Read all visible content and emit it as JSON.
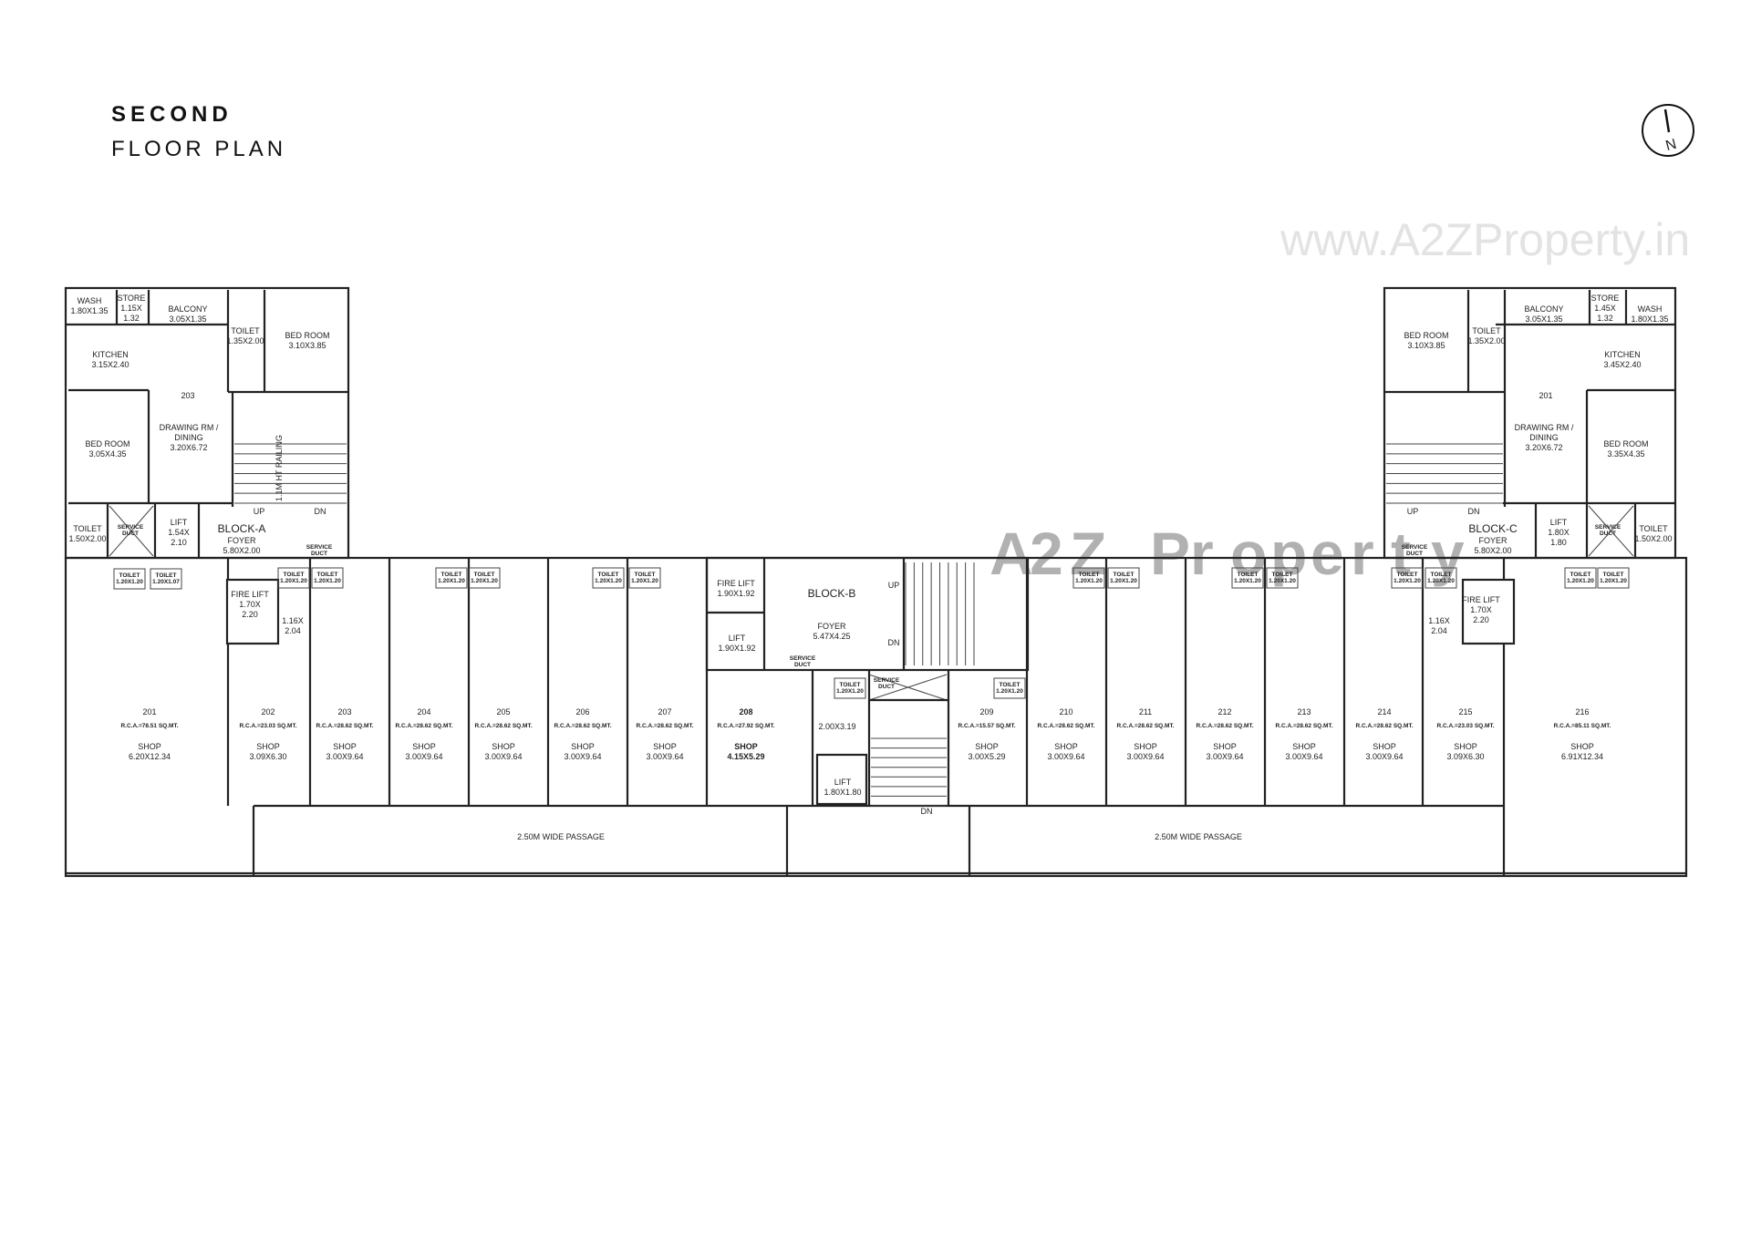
{
  "title": {
    "line1": "SECOND",
    "line2": "FLOOR PLAN"
  },
  "north_label": "N",
  "watermark": "www.A2ZProperty.in",
  "logo": {
    "text": "A2Z Property",
    "colors": [
      "#e8473f",
      "#f2a33a",
      "#3f7fd6",
      "#5bb85c"
    ]
  },
  "left_block": {
    "labels": [
      [
        "WASH",
        "1.80X1.35"
      ],
      [
        "STORE",
        "1.15X",
        "1.32"
      ],
      [
        "BALCONY",
        "3.05X1.35"
      ],
      [
        "TOILET",
        "1.35X2.00"
      ],
      [
        "BED ROOM",
        "3.10X3.85"
      ],
      [
        "KITCHEN",
        "3.15X2.40"
      ],
      [
        "203"
      ],
      [
        "DRAWING RM /",
        "DINING",
        "3.20X6.72"
      ],
      [
        "BED ROOM",
        "3.05X4.35"
      ],
      [
        "UP"
      ],
      [
        "DN"
      ],
      [
        "TOILET",
        "1.50X2.00"
      ],
      [
        "SERVICE",
        "DUCT"
      ],
      [
        "LIFT",
        "1.54X",
        "2.10"
      ],
      [
        "FOYER",
        "5.80X2.00"
      ],
      [
        "SERVICE",
        "DUCT"
      ],
      [
        "FIRE LIFT",
        "1.70X",
        "2.20"
      ],
      [
        "1.16X",
        "2.04"
      ]
    ],
    "block_name": "BLOCK-A",
    "railing": "1.1M HT RAILING"
  },
  "right_block": {
    "labels": [
      [
        "BED ROOM",
        "3.10X3.85"
      ],
      [
        "TOILET",
        "1.35X2.00"
      ],
      [
        "BALCONY",
        "3.05X1.35"
      ],
      [
        "STORE",
        "1.45X",
        "1.32"
      ],
      [
        "WASH",
        "1.80X1.35"
      ],
      [
        "KITCHEN",
        "3.45X2.40"
      ],
      [
        "201"
      ],
      [
        "DRAWING RM /",
        "DINING",
        "3.20X6.72"
      ],
      [
        "BED ROOM",
        "3.35X4.35"
      ],
      [
        "UP"
      ],
      [
        "DN"
      ],
      [
        "FOYER",
        "5.80X2.00"
      ],
      [
        "LIFT",
        "1.80X",
        "1.80"
      ],
      [
        "SERVICE",
        "DUCT"
      ],
      [
        "TOILET",
        "1.50X2.00"
      ],
      [
        "SERVICE",
        "DUCT"
      ],
      [
        "FIRE LIFT",
        "1.70X",
        "2.20"
      ],
      [
        "1.16X",
        "2.04"
      ]
    ],
    "block_name": "BLOCK-C"
  },
  "center_block": {
    "block_name": "BLOCK-B",
    "labels": [
      [
        "FIRE LIFT",
        "1.90X1.92"
      ],
      [
        "LIFT",
        "1.90X1.92"
      ],
      [
        "FOYER",
        "5.47X4.25"
      ],
      [
        "UP"
      ],
      [
        "DN"
      ],
      [
        "SERVICE",
        "DUCT"
      ],
      [
        "SERVICE",
        "DUCT"
      ],
      [
        "2.00X3.19"
      ],
      [
        "LIFT",
        "1.80X1.80"
      ],
      [
        "DN"
      ]
    ]
  },
  "shop_toilets": [
    "1.20X1.20",
    "1.20X1.07",
    "1.20X1.20",
    "1.20X1.20",
    "1.20X1.20",
    "1.20X1.20",
    "1.20X1.20",
    "1.20X1.20",
    "1.20X1.20",
    "1.20X1.20",
    "1.20X1.20",
    "1.20X1.20",
    "1.20X1.20",
    "1.20X1.20",
    "1.20X1.20",
    "1.20X1.20",
    "1.20X1.20",
    "1.20X1.20"
  ],
  "toilet_label": "TOILET",
  "shops": [
    {
      "no": "201",
      "rca": "R.C.A.=78.51 SQ.MT.",
      "type": "SHOP",
      "dims": "6.20X12.34"
    },
    {
      "no": "202",
      "rca": "R.C.A.=23.03 SQ.MT.",
      "type": "SHOP",
      "dims": "3.09X6.30"
    },
    {
      "no": "203",
      "rca": "R.C.A.=28.62 SQ.MT.",
      "type": "SHOP",
      "dims": "3.00X9.64"
    },
    {
      "no": "204",
      "rca": "R.C.A.=28.62 SQ.MT.",
      "type": "SHOP",
      "dims": "3.00X9.64"
    },
    {
      "no": "205",
      "rca": "R.C.A.=28.62 SQ.MT.",
      "type": "SHOP",
      "dims": "3.00X9.64"
    },
    {
      "no": "206",
      "rca": "R.C.A.=28.62 SQ.MT.",
      "type": "SHOP",
      "dims": "3.00X9.64"
    },
    {
      "no": "207",
      "rca": "R.C.A.=28.62 SQ.MT.",
      "type": "SHOP",
      "dims": "3.00X9.64"
    },
    {
      "no": "208",
      "rca": "R.C.A.=27.92 SQ.MT.",
      "type": "SHOP",
      "dims": "4.15X5.29"
    },
    {
      "no": "209",
      "rca": "R.C.A.=15.57 SQ.MT.",
      "type": "SHOP",
      "dims": "3.00X5.29"
    },
    {
      "no": "210",
      "rca": "R.C.A.=28.62 SQ.MT.",
      "type": "SHOP",
      "dims": "3.00X9.64"
    },
    {
      "no": "211",
      "rca": "R.C.A.=28.62 SQ.MT.",
      "type": "SHOP",
      "dims": "3.00X9.64"
    },
    {
      "no": "212",
      "rca": "R.C.A.=28.62 SQ.MT.",
      "type": "SHOP",
      "dims": "3.00X9.64"
    },
    {
      "no": "213",
      "rca": "R.C.A.=28.62 SQ.MT.",
      "type": "SHOP",
      "dims": "3.00X9.64"
    },
    {
      "no": "214",
      "rca": "R.C.A.=28.62 SQ.MT.",
      "type": "SHOP",
      "dims": "3.00X9.64"
    },
    {
      "no": "215",
      "rca": "R.C.A.=23.03 SQ.MT.",
      "type": "SHOP",
      "dims": "3.09X6.30"
    },
    {
      "no": "216",
      "rca": "R.C.A.=85.11 SQ.MT.",
      "type": "SHOP",
      "dims": "6.91X12.34"
    }
  ],
  "passages": [
    "2.50M WIDE PASSAGE",
    "2.50M WIDE PASSAGE"
  ]
}
